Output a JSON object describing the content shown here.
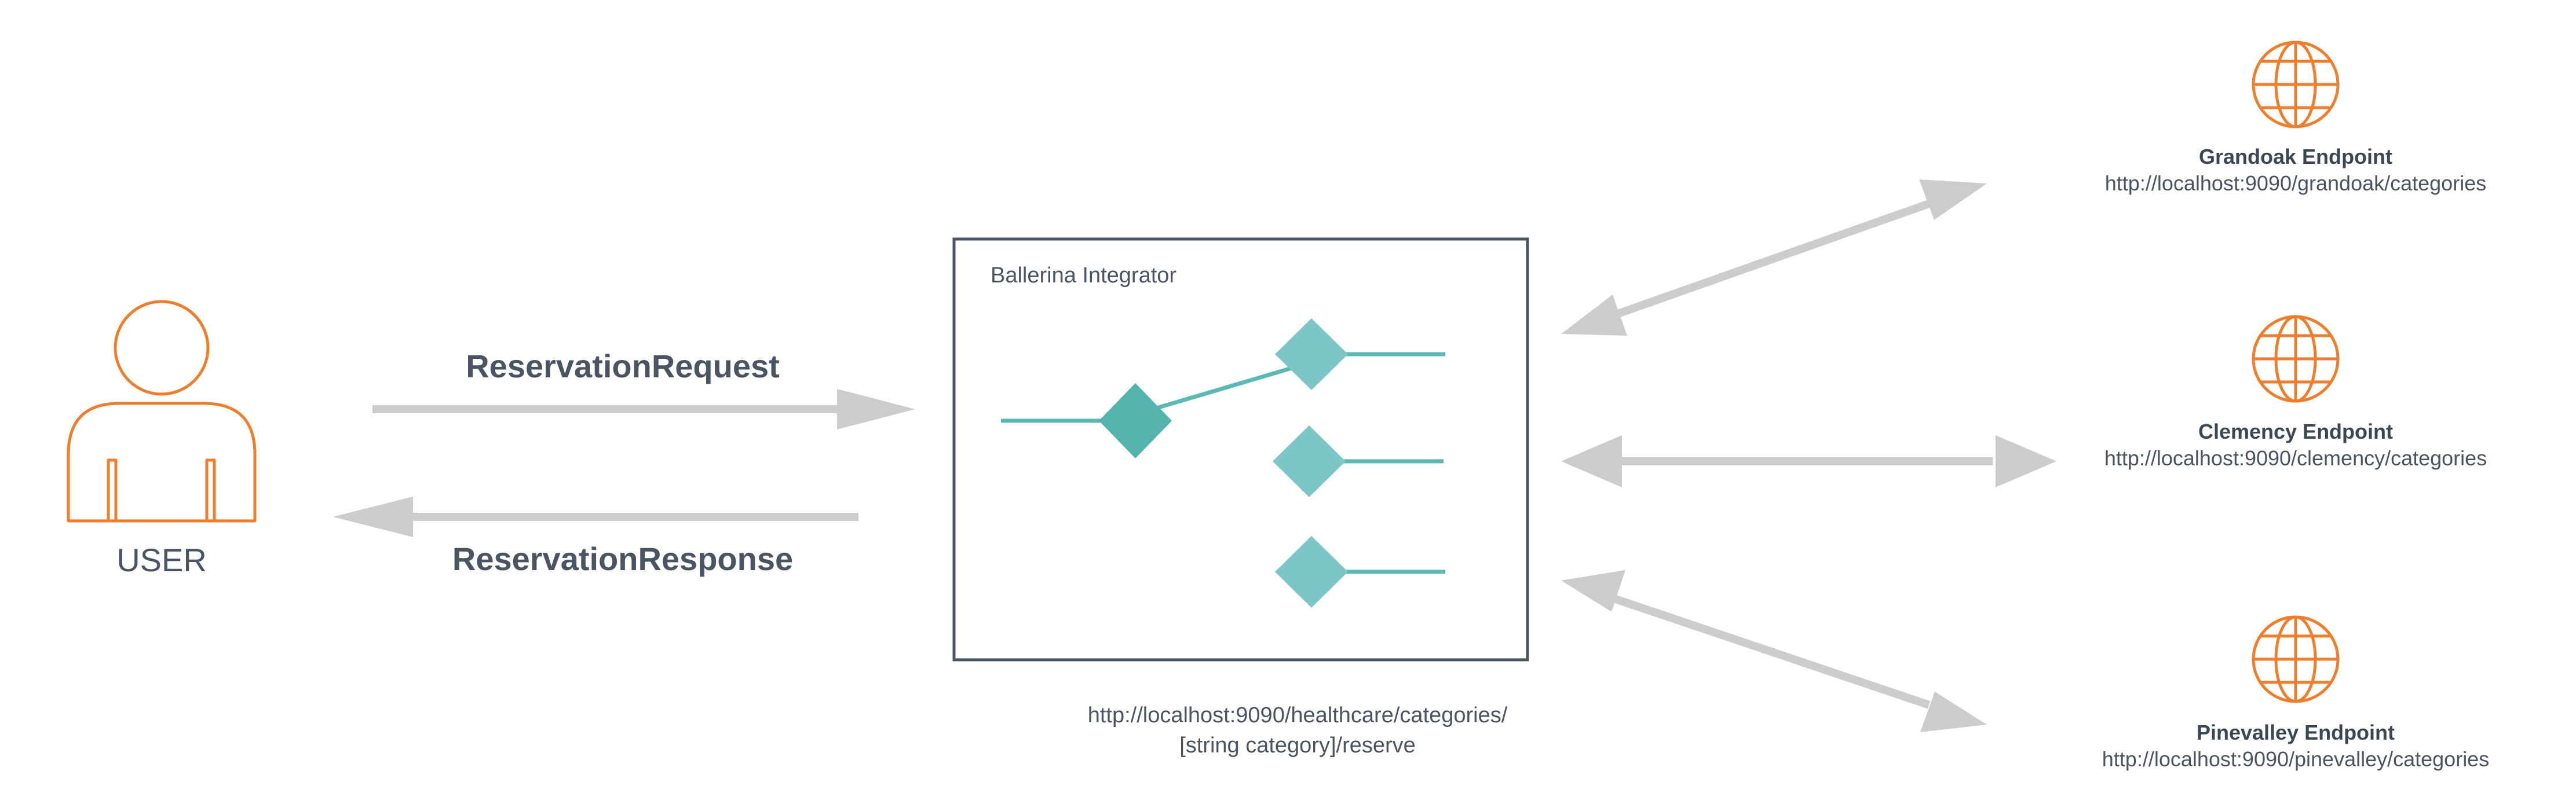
{
  "user": {
    "label": "USER",
    "icon": "user-icon"
  },
  "messages": {
    "request": "ReservationRequest",
    "response": "ReservationResponse"
  },
  "integrator": {
    "title": "Ballerina Integrator",
    "url_line1": "http://localhost:9090/healthcare/categories/",
    "url_line2": "[string category]/reserve"
  },
  "endpoints": [
    {
      "name": "Grandoak Endpoint",
      "url": "http://localhost:9090/grandoak/categories",
      "icon": "globe-icon"
    },
    {
      "name": "Clemency Endpoint",
      "url": "http://localhost:9090/clemency/categories",
      "icon": "globe-icon"
    },
    {
      "name": "Pinevalley Endpoint",
      "url": "http://localhost:9090/pinevalley/categories",
      "icon": "globe-icon"
    }
  ],
  "colors": {
    "accent_orange": "#f07d2b",
    "flow_teal": "#5cb8b3",
    "diamond_teal": "#7cc6c7",
    "diamond_teal_dark": "#55b3ae",
    "arrow_gray": "#cccccc",
    "box_border": "#4a5463",
    "text": "#4a5463"
  }
}
